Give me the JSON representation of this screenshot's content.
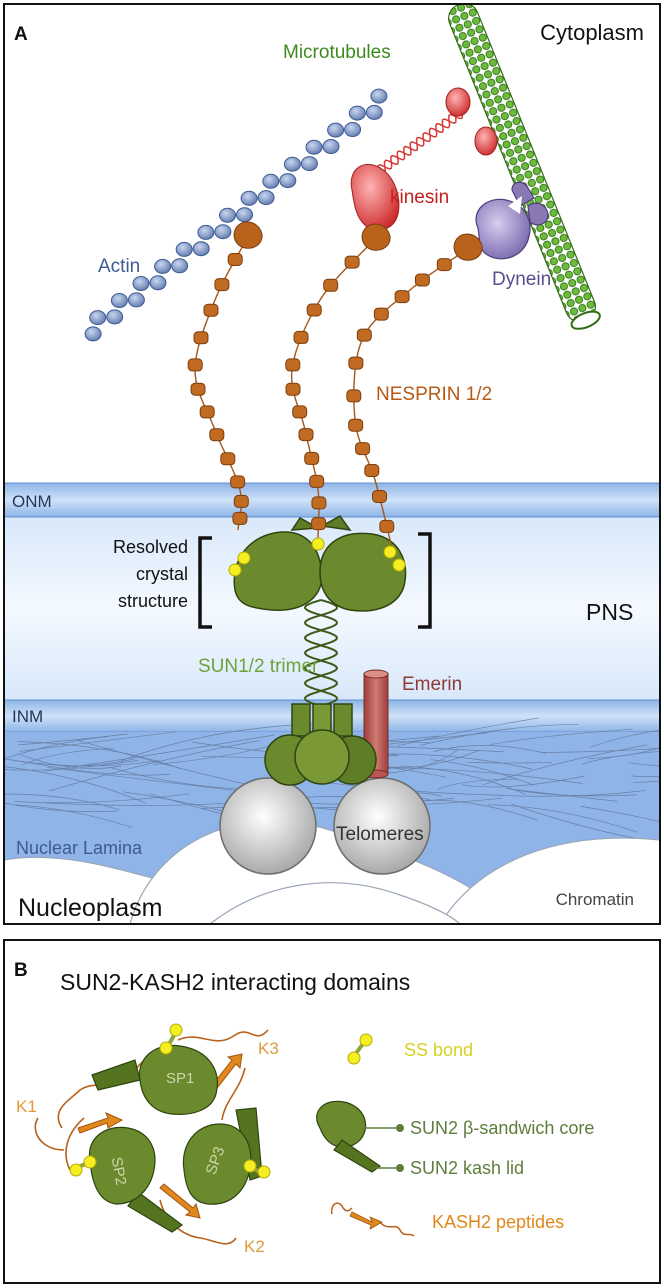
{
  "panel_a": {
    "letter": "A",
    "cytoplasm": "Cytoplasm",
    "microtubules": "Microtubules",
    "actin": "Actin",
    "kinesin": "kinesin",
    "dynein": "Dynein",
    "nesprin": "NESPRIN 1/2",
    "onm": "ONM",
    "resolved_line1": "Resolved",
    "resolved_line2": "crystal",
    "resolved_line3": "structure",
    "pns": "PNS",
    "sun_trimer": "SUN1/2 trimer",
    "emerin": "Emerin",
    "inm": "INM",
    "nuclear_lamina": "Nuclear Lamina",
    "telomeres": "Telomeres",
    "nucleoplasm": "Nucleoplasm",
    "chromatin": "Chromatin"
  },
  "panel_b": {
    "letter": "B",
    "title": "SUN2-KASH2 interacting domains",
    "sp1": "SP1",
    "sp2": "SP2",
    "sp3": "SP3",
    "k1": "K1",
    "k2": "K2",
    "k3": "K3",
    "legend_ss": "SS bond",
    "legend_core": "SUN2 β-sandwich core",
    "legend_lid": "SUN2 kash lid",
    "legend_kash": "KASH2 peptides"
  },
  "colors": {
    "actin": "#6f86b8",
    "microtubule": "#5aa832",
    "kinesin": "#d83a3a",
    "dynein": "#8a78b4",
    "nesprin": "#b8621c",
    "sun": "#6b8a2e",
    "ss_bond": "#f5ee22",
    "emerin": "#b85550",
    "membrane": "#9cc0ee",
    "lamina": "#8fb4e8"
  }
}
